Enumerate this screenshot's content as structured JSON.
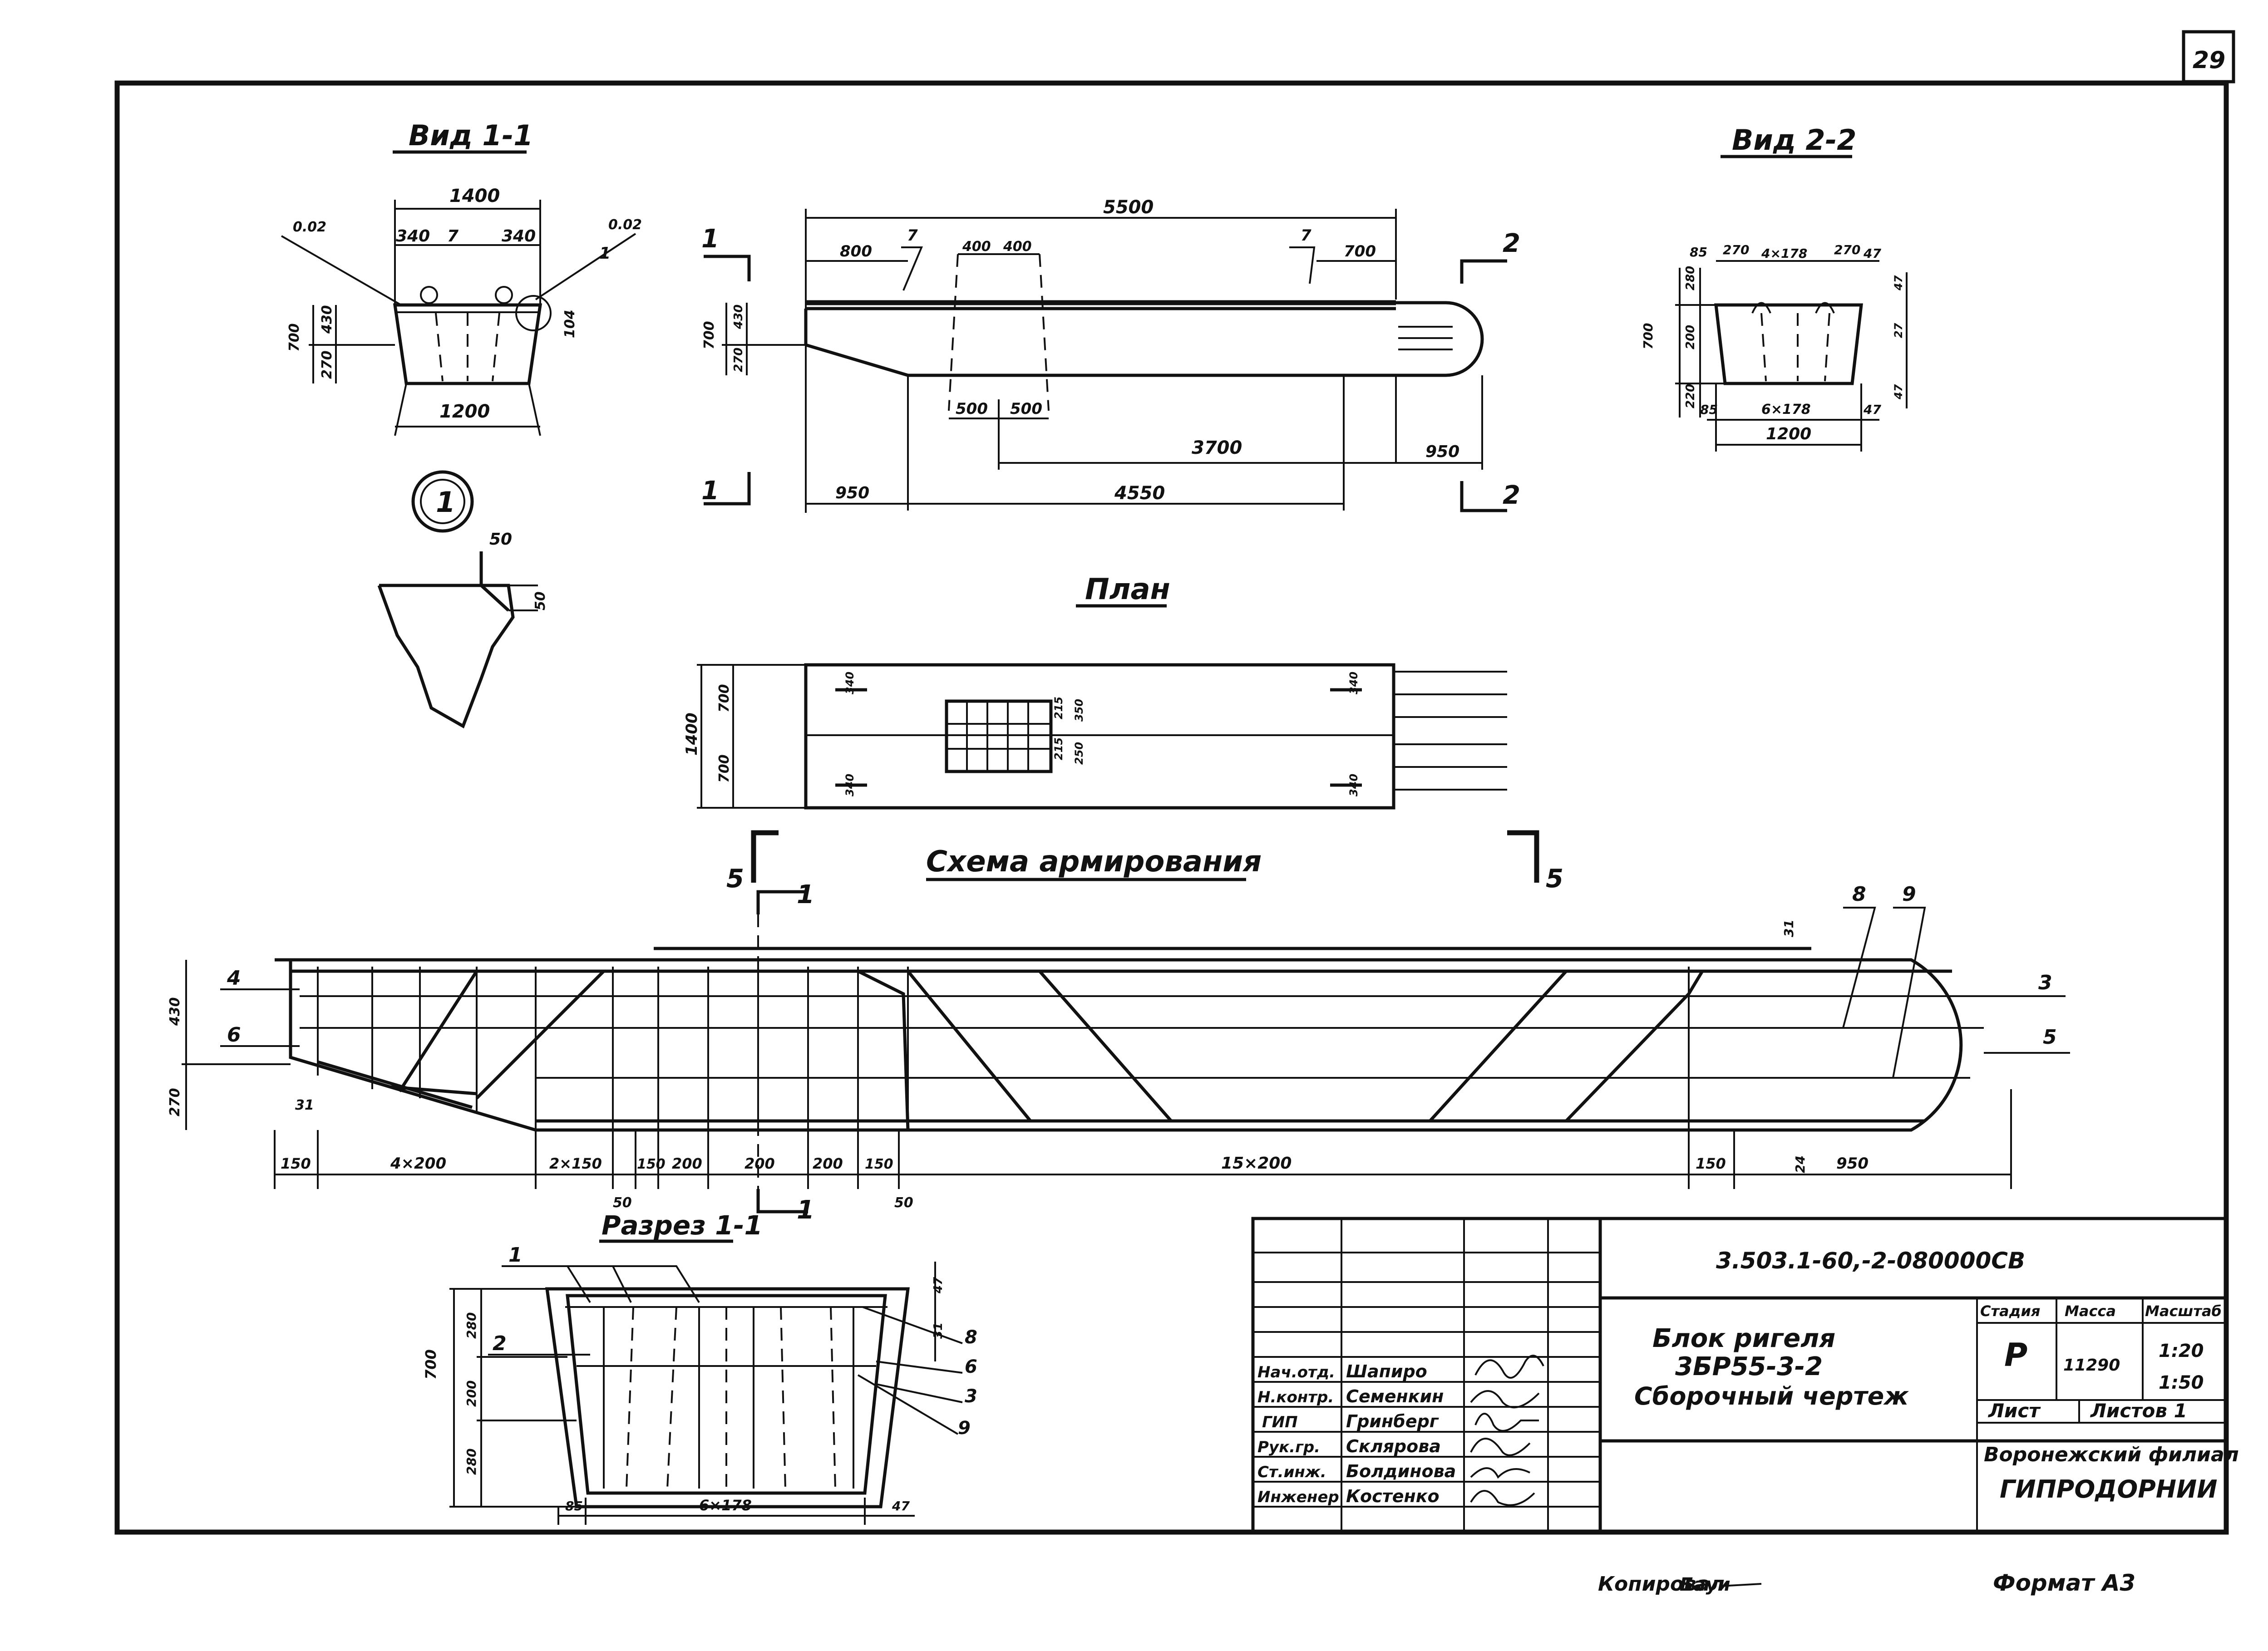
{
  "sheet": {
    "page_number": "29",
    "format": "Формат А3",
    "copied_by": "Копировал",
    "copier_signature": "Бауи"
  },
  "view_1_1": {
    "title": "Вид 1-1",
    "dims": {
      "top": "1400",
      "left_part": "340",
      "right_part": "340",
      "bottom": "1200",
      "height": "700",
      "upper": "430",
      "lower": "270",
      "side": "104",
      "chamfer_left": "0.02",
      "chamfer_right": "0.02",
      "call_7": "7",
      "call_1": "1"
    },
    "detail_mark": "1",
    "detail_dims": {
      "horizontal": "50",
      "vertical": "50"
    }
  },
  "side_view": {
    "dims": {
      "overall": "5500",
      "left_top": "800",
      "mid_a": "400",
      "mid_b": "400",
      "right_top": "700",
      "bottom_a": "500",
      "bottom_b": "500",
      "straight": "3700",
      "right_end": "950",
      "left_end": "950",
      "base": "4550",
      "height": "700",
      "upper": "430",
      "lower": "270",
      "call_7a": "7",
      "call_7b": "7"
    },
    "section_marks": {
      "left_top": "1",
      "left_bottom": "1",
      "right_top": "2",
      "right_bottom": "2"
    }
  },
  "view_2_2": {
    "title": "Вид 2-2",
    "dims": {
      "left_a": "85",
      "left_b": "270",
      "mid_top": "4×178",
      "right_a": "270",
      "right_b": "47",
      "height": "700",
      "h_top": "280",
      "h_mid": "200",
      "h_bot": "220",
      "bottom_a": "85",
      "bottom_mid": "6×178",
      "bottom_b": "47",
      "base": "1200",
      "r_top": "47",
      "r_mid": "27",
      "r_bot": "47"
    }
  },
  "plan": {
    "title": "План",
    "dims": {
      "width": "1400",
      "half_top": "700",
      "half_bottom": "700",
      "d_a": "340",
      "d_b": "340",
      "d_c": "340",
      "d_d": "340",
      "d_215_a": "215",
      "d_215_b": "215",
      "d_250": "250",
      "d_350": "350"
    },
    "section_marks": {
      "left": "5",
      "right": "5"
    }
  },
  "reinforcement_scheme": {
    "title": "Схема армирования",
    "left_labels": {
      "top": "4",
      "mid": "6",
      "height_top": "430",
      "height_bot": "270",
      "off": "31"
    },
    "right_labels": {
      "pos_3": "3",
      "pos_5": "5",
      "pos_8": "8",
      "pos_9": "9",
      "top_off": "31",
      "bot_off": "24"
    },
    "section_mark_top": "1",
    "section_mark_bottom": "1",
    "bottom_dims": [
      "150",
      "4×200",
      "2×150",
      "150",
      "200",
      "200",
      "200",
      "150",
      "15×200",
      "150",
      "950"
    ],
    "under_marks": {
      "left": "50",
      "right": "50"
    }
  },
  "section_1_1": {
    "title": "Разрез 1-1",
    "dims": {
      "height": "700",
      "h_top": "280",
      "h_mid": "200",
      "h_bot": "280",
      "bottom_left": "85",
      "bottom_mid": "6×178",
      "bottom_right": "47",
      "r_top": "47",
      "r_mid": "31"
    },
    "callouts": {
      "c1": "1",
      "c2": "2",
      "c8": "8",
      "c6": "6",
      "c3": "3",
      "c9": "9"
    }
  },
  "title_block": {
    "doc_code": "3.503.1-60,-2-080000СВ",
    "name_line1": "Блок ригеля",
    "name_line2": "3БР55-3-2",
    "name_line3": "Сборочный чертеж",
    "col_stage": "Стадия",
    "col_mass": "Масса",
    "col_scale": "Масштаб",
    "stage": "Р",
    "mass": "11290",
    "scale_1": "1:20",
    "scale_2": "1:50",
    "sheet_label": "Лист",
    "sheets_label": "Листов 1",
    "org_1": "Воронежский филиал",
    "org_2": "ГИПРОДОРНИИ",
    "staff": [
      {
        "role": "Нач.отд.",
        "name": "Шапиро"
      },
      {
        "role": "Н.контр.",
        "name": "Семенкин"
      },
      {
        "role": "ГИП",
        "name": "Гринберг"
      },
      {
        "role": "Рук.гр.",
        "name": "Склярова"
      },
      {
        "role": "Ст.инж.",
        "name": "Болдинова"
      },
      {
        "role": "Инженер",
        "name": "Костенко"
      }
    ]
  }
}
